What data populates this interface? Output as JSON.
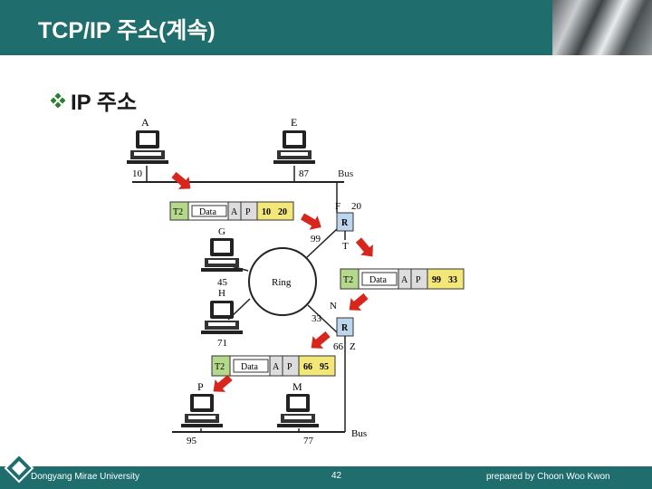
{
  "slide": {
    "title": "TCP/IP 주소(계속)",
    "bullet": "IP 주소"
  },
  "figure": {
    "stations": {
      "A": "A",
      "E": "E",
      "G": "G",
      "H": "H",
      "P": "P",
      "M": "M",
      "F": "F",
      "T": "T",
      "N": "N",
      "Z": "Z",
      "R": "R"
    },
    "addresses": {
      "a": "10",
      "e": "87",
      "f": "20",
      "g": "99",
      "g2": "45",
      "h": "71",
      "n": "33",
      "z": "66",
      "p": "95",
      "m": "77"
    },
    "network_labels": {
      "bus_top": "Bus",
      "ring": "Ring",
      "bus_bottom": "Bus"
    },
    "frame_labels": {
      "t2": "T2",
      "data": "Data",
      "a": "A",
      "p": "P"
    },
    "frames": [
      {
        "dst": "10",
        "src": "20"
      },
      {
        "dst": "99",
        "src": "33"
      },
      {
        "dst": "66",
        "src": "95"
      }
    ]
  },
  "footer": {
    "left": "Dongyang Mirae University",
    "center": "42",
    "right": "prepared by Choon Woo Kwon"
  },
  "colors": {
    "header": "#1f6d6d",
    "t2_box": "#b5d98a",
    "addr_box": "#f3e77a",
    "router_box": "#bcd6ee",
    "arrow": "#d8261c"
  }
}
